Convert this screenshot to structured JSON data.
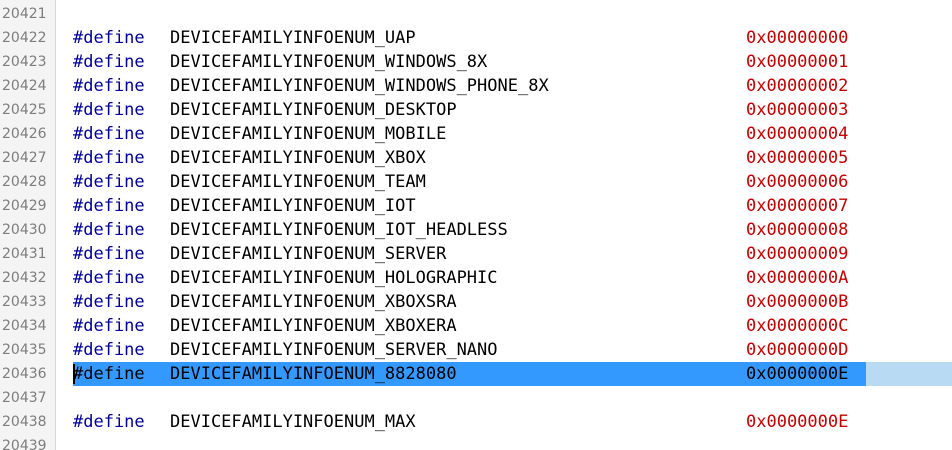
{
  "editor": {
    "keyword": "#define",
    "lines": [
      {
        "number": "20421",
        "name": "",
        "value": ""
      },
      {
        "number": "20422",
        "name": "DEVICEFAMILYINFOENUM_UAP",
        "value": "0x00000000"
      },
      {
        "number": "20423",
        "name": "DEVICEFAMILYINFOENUM_WINDOWS_8X",
        "value": "0x00000001"
      },
      {
        "number": "20424",
        "name": "DEVICEFAMILYINFOENUM_WINDOWS_PHONE_8X",
        "value": "0x00000002"
      },
      {
        "number": "20425",
        "name": "DEVICEFAMILYINFOENUM_DESKTOP",
        "value": "0x00000003"
      },
      {
        "number": "20426",
        "name": "DEVICEFAMILYINFOENUM_MOBILE",
        "value": "0x00000004"
      },
      {
        "number": "20427",
        "name": "DEVICEFAMILYINFOENUM_XBOX",
        "value": "0x00000005"
      },
      {
        "number": "20428",
        "name": "DEVICEFAMILYINFOENUM_TEAM",
        "value": "0x00000006"
      },
      {
        "number": "20429",
        "name": "DEVICEFAMILYINFOENUM_IOT",
        "value": "0x00000007"
      },
      {
        "number": "20430",
        "name": "DEVICEFAMILYINFOENUM_IOT_HEADLESS",
        "value": "0x00000008"
      },
      {
        "number": "20431",
        "name": "DEVICEFAMILYINFOENUM_SERVER",
        "value": "0x00000009"
      },
      {
        "number": "20432",
        "name": "DEVICEFAMILYINFOENUM_HOLOGRAPHIC",
        "value": "0x0000000A"
      },
      {
        "number": "20433",
        "name": "DEVICEFAMILYINFOENUM_XBOXSRA",
        "value": "0x0000000B"
      },
      {
        "number": "20434",
        "name": "DEVICEFAMILYINFOENUM_XBOXERA",
        "value": "0x0000000C"
      },
      {
        "number": "20435",
        "name": "DEVICEFAMILYINFOENUM_SERVER_NANO",
        "value": "0x0000000D"
      },
      {
        "number": "20436",
        "name": "DEVICEFAMILYINFOENUM_8828080",
        "value": "0x0000000E",
        "selected": true
      },
      {
        "number": "20437",
        "name": "",
        "value": ""
      },
      {
        "number": "20438",
        "name": "DEVICEFAMILYINFOENUM_MAX",
        "value": "0x0000000E"
      },
      {
        "number": "20439",
        "name": "",
        "value": ""
      }
    ]
  },
  "colors": {
    "keyword": "#00009c",
    "value": "#c80000",
    "selection": "#3399ff",
    "selection_tail": "#b8daf2",
    "gutter_text": "#7d7d7d"
  }
}
